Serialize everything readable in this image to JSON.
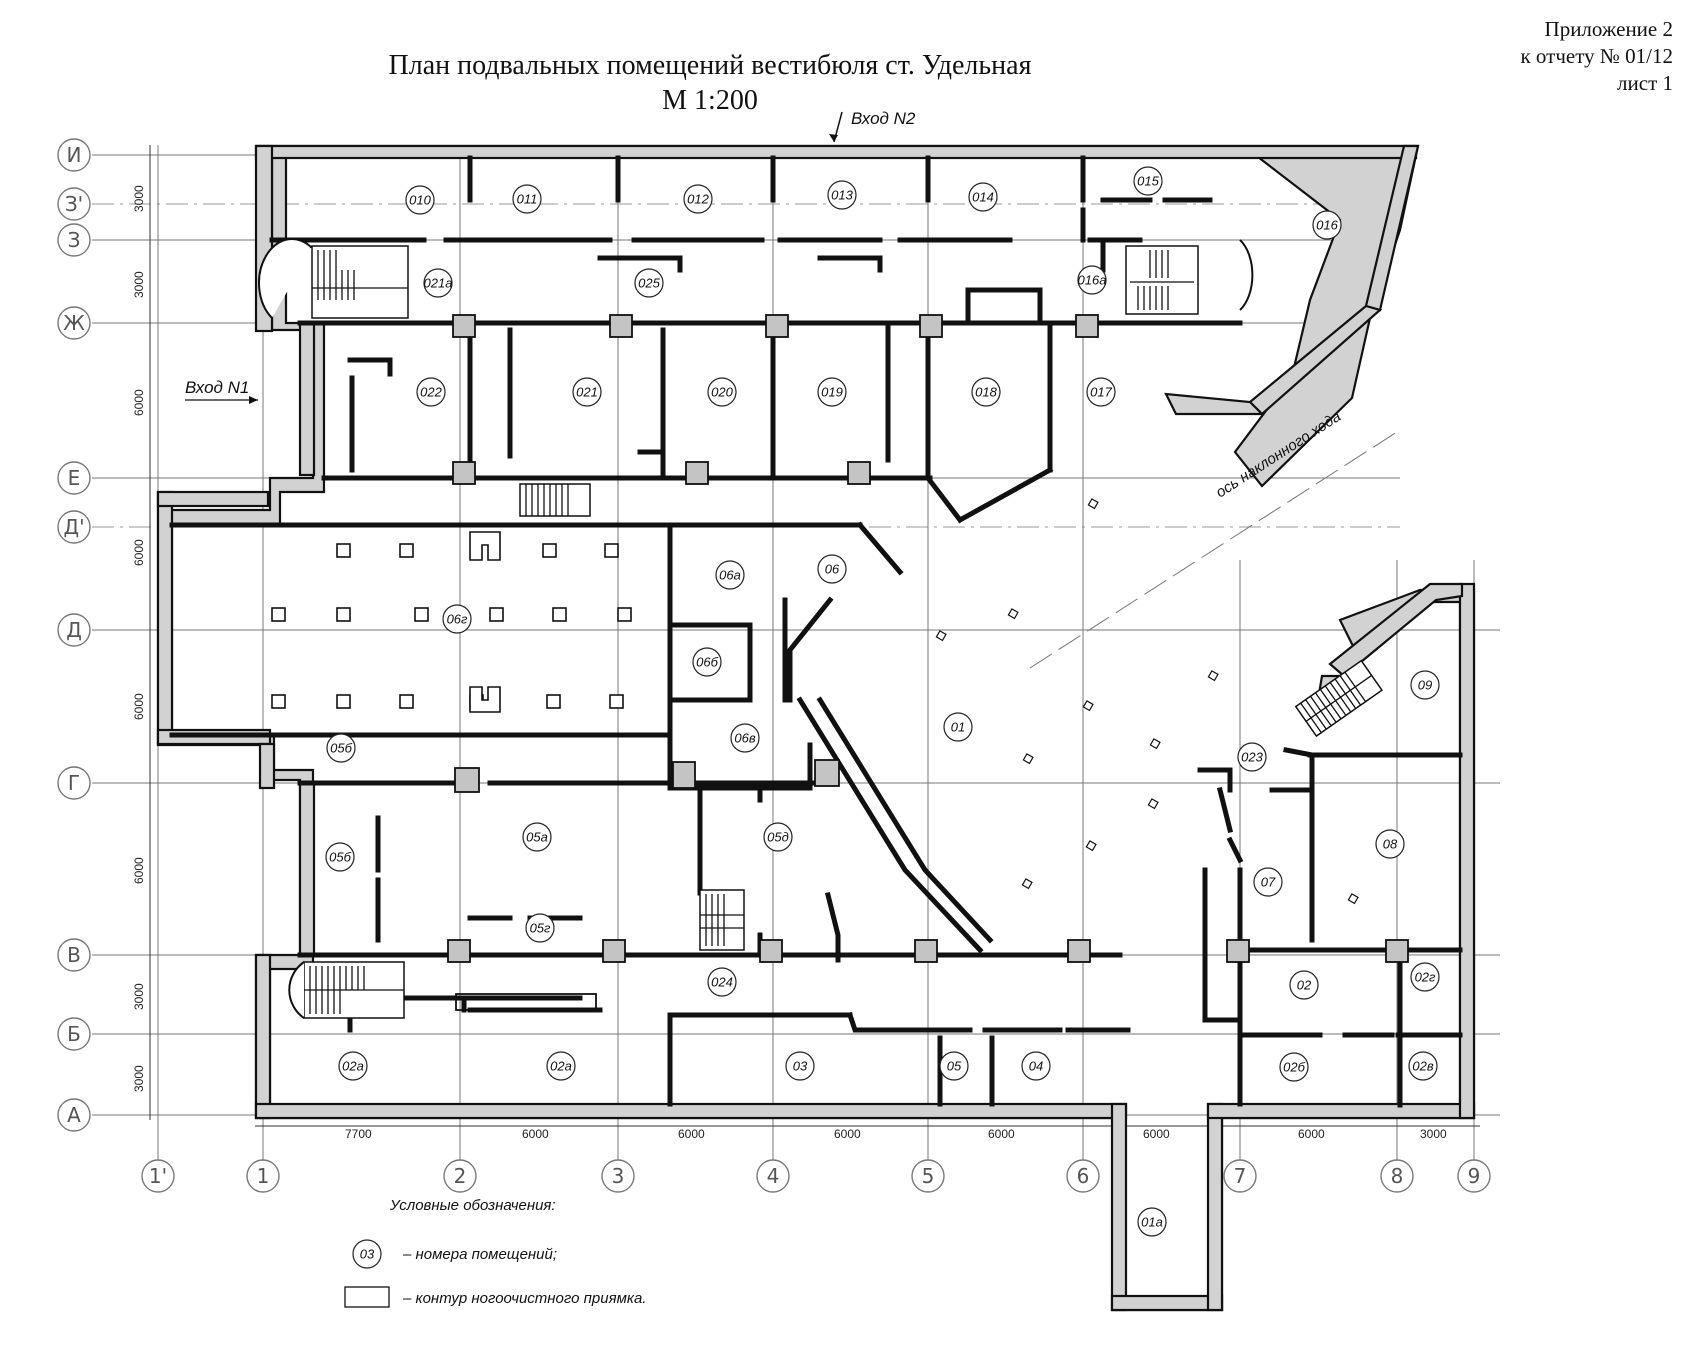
{
  "header": {
    "line1": "Приложение 2",
    "line2": "к отчету № 01/12",
    "line3": "лист 1"
  },
  "title": {
    "line1": "План подвальных помещений вестибюля ст. Удельная",
    "line2": "М 1:200"
  },
  "entrances": {
    "n1": "Вход N1",
    "n2": "Вход N2"
  },
  "axis_note": "ось наклонного хода",
  "row_axes": [
    "И",
    "З'",
    "З",
    "Ж",
    "Е",
    "Д'",
    "Д",
    "Г",
    "В",
    "Б",
    "А"
  ],
  "col_axes": [
    "1'",
    "1",
    "2",
    "3",
    "4",
    "5",
    "6",
    "7",
    "8",
    "9"
  ],
  "left_dims": [
    "3000",
    "3000",
    "6000",
    "6000",
    "6000",
    "6000",
    "3000",
    "3000"
  ],
  "bottom_dims": [
    "7700",
    "6000",
    "6000",
    "6000",
    "6000",
    "6000",
    "6000",
    "3000"
  ],
  "rooms": {
    "r010": "010",
    "r011": "011",
    "r012": "012",
    "r013": "013",
    "r014": "014",
    "r015": "015",
    "r016": "016",
    "r021a": "021a",
    "r025": "025",
    "r016a": "016a",
    "r022": "022",
    "r021": "021",
    "r020": "020",
    "r019": "019",
    "r018": "018",
    "r017": "017",
    "r06a": "06a",
    "r06": "06",
    "r06g": "06г",
    "r06b": "06б",
    "r06v": "06в",
    "r01": "01",
    "r09": "09",
    "r023": "023",
    "r08": "08",
    "r07": "07",
    "r05b1": "05б",
    "r05b2": "05б",
    "r05a": "05a",
    "r05d": "05д",
    "r05g": "05г",
    "r024": "024",
    "r02": "02",
    "r02g": "02г",
    "r02a1": "02a",
    "r02a2": "02a",
    "r03": "03",
    "r05": "05",
    "r04": "04",
    "r02b": "02б",
    "r02v": "02в",
    "r01a": "01a"
  },
  "legend": {
    "heading": "Условные обозначения:",
    "sample": "03",
    "rooms_label": "– номера помещений;",
    "mat_label": "– контур ногоочистного приямка."
  }
}
